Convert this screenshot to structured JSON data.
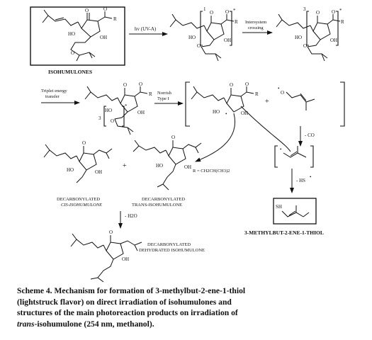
{
  "labels": {
    "isohumulones": "ISOHUMULONES",
    "hv": "hv (UV-A)",
    "isc_line1": "Intersystem",
    "isc_line2": "crossing",
    "triplet_line1": "Triplet energy",
    "triplet_line2": "transfer",
    "norrish_line1": "Norrish",
    "norrish_line2": "Type I",
    "minus_co": "- CO",
    "minus_hs": "- HS",
    "r_def": "R = CH2CH(CH3)2",
    "minus_h2o": "- H2O",
    "plus": "+",
    "product_thiol": "3-METHYLBUT-2-ENE-1-THIOL",
    "decarb_cis_line1": "DECARBONYLATED",
    "decarb_cis_line2": "CIS-ISOHUMULONE",
    "decarb_trans_line1": "DECARBONYLATED",
    "decarb_trans_line2": "TRANS-ISOHUMULONE",
    "decarb_dehyd_line1": "DECARBONYLATED",
    "decarb_dehyd_line2": "DEHYDRATED ISOHUMULONE"
  },
  "atoms": {
    "O": "O",
    "R": "R",
    "HO": "HO",
    "OH": "OH",
    "SH": "SH",
    "singlet": "1",
    "triplet": "3",
    "star": "*",
    "radical_dot": "•"
  },
  "caption": {
    "line1": "Scheme 4. Mechanism for formation of 3-methylbut-2-ene-1-thiol",
    "line2": "(lightstruck flavor) on direct irradiation of isohumulones and",
    "line3": "structures of the main photoreaction products on irradiation of",
    "line4_italic": "trans",
    "line4_rest": "-isohumulone (254 nm, methanol)."
  }
}
